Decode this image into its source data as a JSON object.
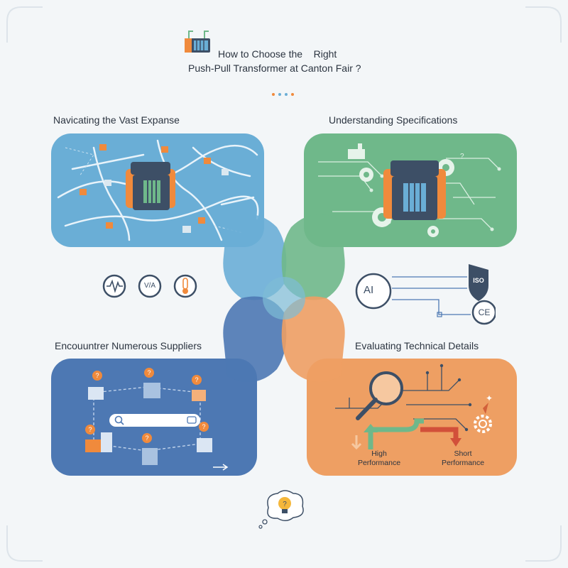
{
  "title": {
    "line1": "How to Choose the    Right",
    "line2": "Push-Pull Transformer at Canton Fair ?"
  },
  "sections": [
    {
      "heading": "Navicating the Vast Expanse"
    },
    {
      "heading": "Understanding Specifications"
    },
    {
      "heading": "Encouuntrer Numerous Suppliers"
    },
    {
      "heading": "Evaluating Technical Details"
    }
  ],
  "status_icons": [
    {
      "icon": "waveform-icon",
      "text": ""
    },
    {
      "icon": "voltage-ampere-icon",
      "text": "V/A"
    },
    {
      "icon": "thermometer-icon",
      "text": ""
    }
  ],
  "certifications": {
    "ai_label": "AI",
    "iso_label": "ISO",
    "ce_label": "CE"
  },
  "performance": {
    "left": {
      "line1": "High",
      "line2": "Performance"
    },
    "right": {
      "line1": "Short",
      "line2": "Performance"
    }
  },
  "colors": {
    "panel_blue": "#6aaed6",
    "panel_green": "#6fb88a",
    "panel_navy": "#4d78b3",
    "panel_orange": "#ee9f63",
    "accent_orange": "#f08a3c",
    "transformer_dark": "#3d4f66"
  }
}
